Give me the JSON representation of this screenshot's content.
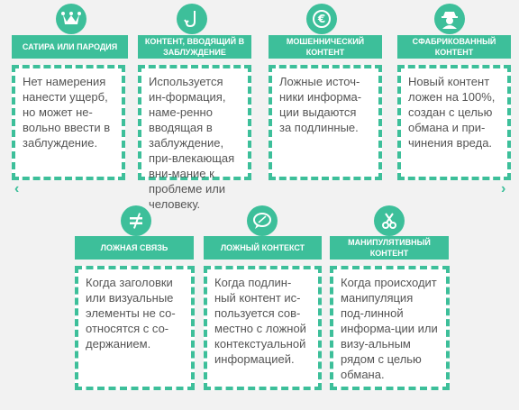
{
  "colors": {
    "accent": "#3dbf9a",
    "text": "#555555",
    "background": "#f2f2f2"
  },
  "cards": [
    {
      "icon": "jester-hat-icon",
      "title": "САТИРА ИЛИ ПАРОДИЯ",
      "text": "Нет намерения нанести ущерб, но может не-вольно ввести в заблуждение."
    },
    {
      "icon": "fishing-hook-icon",
      "title": "КОНТЕНТ, ВВОДЯЩИЙ В ЗАБЛУЖДЕНИЕ",
      "text": "Используется ин-формация, наме-ренно вводящая в заблуждение, при-влекающая вни-мание к проблеме или человеку."
    },
    {
      "icon": "euro-coin-icon",
      "title": "МОШЕННИЧЕСКИЙ КОНТЕНТ",
      "text": "Ложные источ-ники информа-ции выдаются за подлинные."
    },
    {
      "icon": "spy-icon",
      "title": "СФАБРИКОВАННЫЙ КОНТЕНТ",
      "text": "Новый контент ложен на 100%, создан с целью обмана и при-чинения вреда."
    },
    {
      "icon": "not-equal-icon",
      "title": "ЛОЖНАЯ СВЯЗЬ",
      "text": "Когда заголовки или визуальные элементы не со-относятся с со-держанием."
    },
    {
      "icon": "speech-bubble-icon",
      "title": "ЛОЖНЫЙ КОНТЕКСТ",
      "text": "Когда подлин-ный контент ис-пользуется сов-местно с ложной контекстуальной информацией."
    },
    {
      "icon": "scissors-icon",
      "title": "МАНИПУЛЯТИВНЫЙ КОНТЕНТ",
      "text": "Когда происходит манипуляция под-линной информа-ции или визу-альным рядом с целью обмана."
    }
  ],
  "nav": {
    "prev": "‹",
    "next": "›"
  }
}
